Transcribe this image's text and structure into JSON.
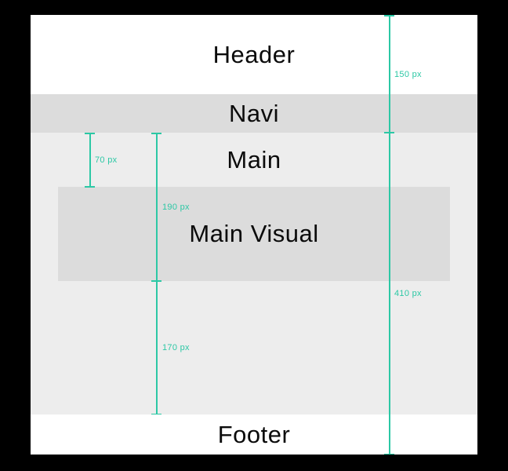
{
  "diagram_title": "webpage layout wireframe with pixel dimensions",
  "colors": {
    "background": "#000000",
    "accent": "#2cc8a5",
    "header_bg": "#ffffff",
    "navi_bg": "#dcdcdc",
    "main_bg": "#ededed",
    "main_visual_bg": "#dcdcdc",
    "footer_bg": "#ffffff",
    "section_text": "#0b0b0b"
  },
  "sections": [
    {
      "id": "header",
      "label": "Header",
      "bg": "#ffffff"
    },
    {
      "id": "navi",
      "label": "Navi",
      "bg": "#dcdcdc"
    },
    {
      "id": "main",
      "label": "Main",
      "bg": "#ededed"
    },
    {
      "id": "main_visual",
      "label": "Main Visual",
      "bg": "#dcdcdc"
    },
    {
      "id": "footer",
      "label": "Footer",
      "bg": "#ffffff"
    }
  ],
  "measurements": [
    {
      "id": "header_plus_navi_height",
      "label": "150 px",
      "value": 150,
      "unit": "px"
    },
    {
      "id": "main_top_to_visual_top",
      "label": "70 px",
      "value": 70,
      "unit": "px"
    },
    {
      "id": "main_top_to_visual_bottom",
      "label": "190 px",
      "value": 190,
      "unit": "px"
    },
    {
      "id": "visual_bottom_to_main_bottom",
      "label": "170 px",
      "value": 170,
      "unit": "px"
    },
    {
      "id": "main_plus_footer_height",
      "label": "410 px",
      "value": 410,
      "unit": "px"
    }
  ]
}
